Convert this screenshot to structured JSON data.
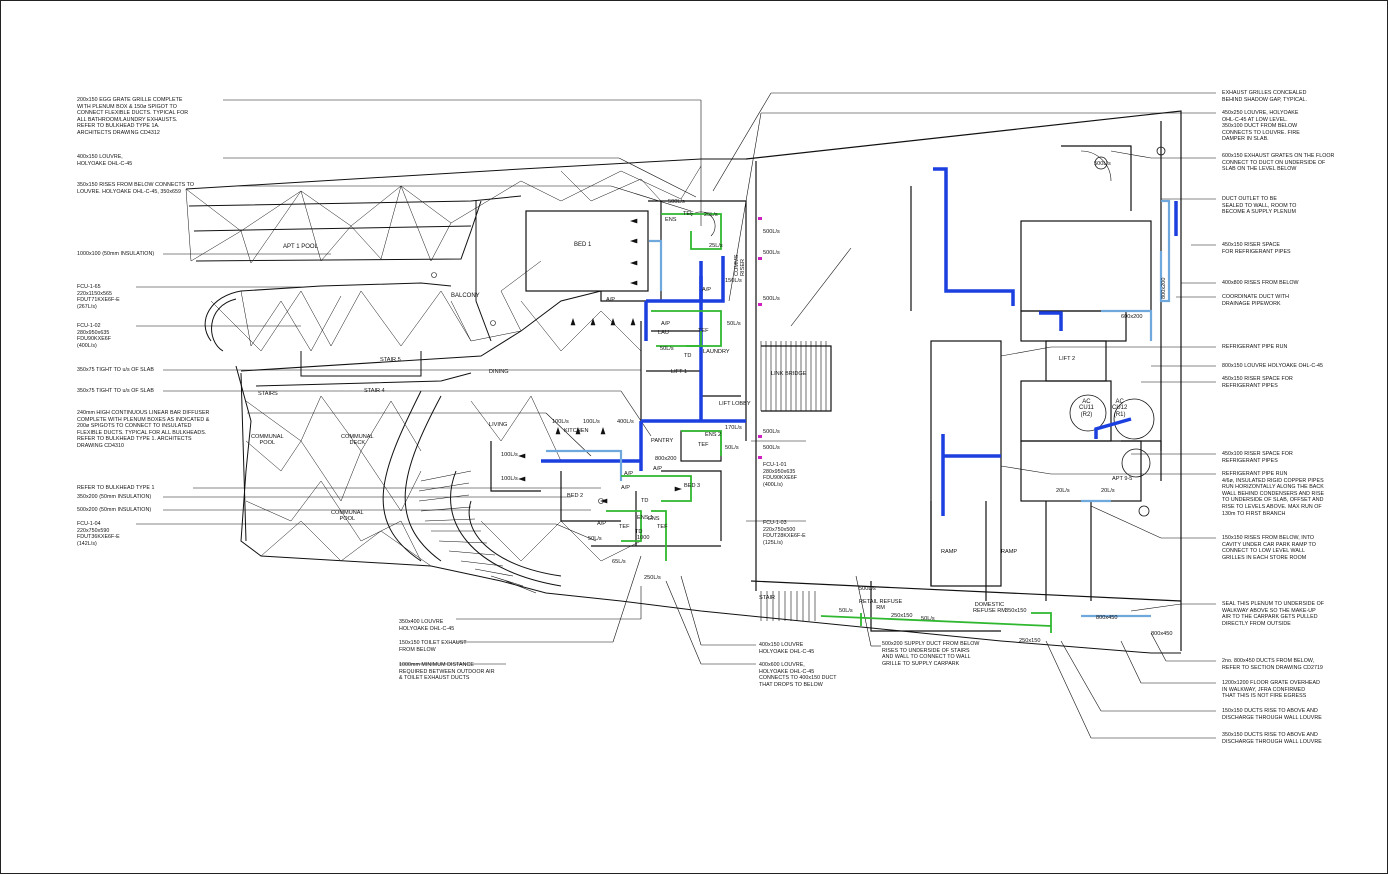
{
  "notes_left": [
    "200x150 EGG GRATE GRILLE COMPLETE\nWITH PLENUM BOX & 150ø SPIGOT TO\nCONNECT FLEXIBLE DUCTS. TYPICAL FOR\nALL BATHROOM/LAUNDRY EXHAUSTS.\nREFER TO BULKHEAD TYPE 1A.\nARCHITECTS DRAWING CD4312",
    "400x150 LOUVRE,\nHOLYOAKE OHL-C-45",
    "350x150 RISES FROM BELOW CONNECTS TO\nLOUVRE. HOLYOAKE OHL-C-45, 350x659",
    "1000x100 (50mm INSULATION)",
    "FCU-1-65\n220x1150x565\nFDUT71KXE6F-E\n(267L/s)",
    "FCU-1-02\n280x950x635\nFDU90KXE6F\n(400L/s)",
    "350x75 TIGHT TO u/s OF SLAB",
    "350x75 TIGHT TO u/s OF SLAB",
    "240mm HIGH CONTINUOUS LINEAR BAR DIFFUSER\nCOMPLETE WITH PLENUM BOXES AS INDICATED &\n200ø SPIGOTS TO CONNECT TO INSULATED\nFLEXIBLE DUCTS. TYPICAL FOR ALL BULKHEADS.\nREFER TO BULKHEAD TYPE 1. ARCHITECTS\nDRAWING CD4310",
    "REFER TO BULKHEAD TYPE 1",
    "350x200 (50mm INSULATION)",
    "500x200 (50mm INSULATION)",
    "FCU-1-04\n220x750x590\nFDUT36KXE6F-E\n(142L/s)"
  ],
  "notes_right": [
    "EXHAUST GRILLES CONCEALED\nBEHIND SHADOW GAP, TYPICAL.",
    "450x250 LOUVRE, HOLYOAKE\nOHL-C-45 AT LOW LEVEL.\n350x100 DUCT FROM BELOW\nCONNECTS TO LOUVRE. FIRE\nDAMPER IN SLAB.",
    "600x150 EXHAUST GRATES ON THE FLOOR\nCONNECT TO DUCT ON UNDERSIDE OF\nSLAB ON THE LEVEL BELOW",
    "DUCT OUTLET TO BE\nSEALED TO WALL, ROOM TO\nBECOME A SUPPLY PLENUM",
    "450x150 RISER SPACE\nFOR REFRIGERANT PIPES",
    "400x800 RISES FROM BELOW",
    "COORDINATE DUCT WITH\nDRAINAGE PIPEWORK",
    "REFRIGERANT PIPE RUN",
    "800x150 LOUVRE HOLYOAKE OHL-C-45",
    "450x150 RISER SPACE FOR\nREFRIGERANT PIPES",
    "450x100 RISER SPACE FOR\nREFRIGERANT PIPES",
    "REFRIGERANT PIPE RUN\n4/6ø, INSULATED RIGID COPPER PIPES\nRUN HORIZONTALLY ALONG THE BACK\nWALL BEHIND CONDENSERS AND RISE\nTO UNDERSIDE OF SLAB, OFFSET AND\nRISE TO LEVELS ABOVE. MAX RUN OF\n130m TO FIRST BRANCH",
    "150x150 RISES FROM BELOW, INTO\nCAVITY UNDER CAR PARK RAMP TO\nCONNECT TO LOW LEVEL WALL\nGRILLES IN EACH STORE ROOM",
    "SEAL THIS PLENUM TO UNDERSIDE OF\nWALKWAY ABOVE SO THE MAKE-UP\nAIR TO THE CARPARK GETS PULLED\nDIRECTLY FROM OUTSIDE",
    "2no. 800x450 DUCTS FROM BELOW,\nREFER TO SECTION DRAWING CD2719",
    "1200x1200 FLOOR GRATE OVERHEAD\nIN WALKWAY, JFRA CONFIRMED\nTHAT THIS IS NOT FIRE EGRESS",
    "150x150 DUCTS RISE TO ABOVE AND\nDISCHARGE THROUGH WALL LOUVRE",
    "350x150 DUCTS RISE TO ABOVE AND\nDISCHARGE THROUGH WALL LOUVRE"
  ],
  "notes_bottom": [
    "350x400 LOUVRE\nHOLYOAKE OHL-C-45",
    "150x150 TOILET EXHAUST\nFROM BELOW",
    "1000mm MINIMUM DISTANCE\nREQUIRED BETWEEN OUTDOOR AIR\n& TOILET EXHAUST DUCTS",
    "400x150 LOUVRE\nHOLYOAKE OHL-C-45",
    "400x600 LOUVRE,\nHOLYOAKE OHL-C-45\nCONNECTS TO 400x150 DUCT\nTHAT DROPS TO BELOW",
    "500x200 SUPPLY DUCT FROM BELOW\nRISES TO UNDERSIDE OF STAIRS\nAND WALL TO CONNECT TO WALL\nGRILLE TO SUPPLY CARPARK"
  ],
  "notes_mid": [
    "FCU-1-01\n280x950x635\nFDU90KXE6F\n(400L/s)",
    "FCU-1-03\n220x750x500\nFDUT28KXE6F-E\n(125L/s)"
  ],
  "rooms": {
    "apt1_pool": "APT 1 POOL",
    "balcony": "BALCONY",
    "bed1": "BED 1",
    "bed2": "BED 2",
    "bed3": "BED 3",
    "dining": "DINING",
    "living": "LIVING",
    "kitchen": "KITCHEN",
    "pantry": "PANTRY",
    "laundry": "LAUNDRY",
    "ens1": "ENS 1",
    "ens2": "ENS 2",
    "lift1": "LIFT 1",
    "lift2": "LIFT 2",
    "lift_lobby": "LIFT LOBBY",
    "link_bridge": "LINK BRIDGE",
    "stair5": "STAIR 5",
    "stair4": "STAIR 4",
    "stairs": "STAIRS",
    "communal_pool_1": "COMMUNAL\nPOOL",
    "communal_deck": "COMMUNAL\nDECK",
    "communal_pool_2": "COMMUNAL\nPOOL",
    "ramp1": "RAMP",
    "ramp2": "RAMP",
    "apt": "APT 9-5",
    "retail_refuse": "RETAIL REFUSE\nRM",
    "domestic_refuse": "DOMESTIC\nREFUSE RM",
    "stair_b": "STAIR",
    "ac_cu11": "AC\nCU11\n(R2)",
    "ac_cu12": "AC\nCU12\n(R1)",
    "comms": "COMMS\nRISER"
  },
  "flow_labels": {
    "f500a": "500L/s",
    "f25a": "25L/s",
    "f25b": "25L/s",
    "f500b": "500L/s",
    "f500c": "500L/s",
    "f500d": "500L/s",
    "f150": "150L/s",
    "f50a": "50L/s",
    "f50b": "50L/s",
    "f100a": "100L/s",
    "f100b": "100L/s",
    "f400": "400L/s",
    "f100c": "100L/s",
    "f100d": "100L/s",
    "f170": "170L/s",
    "f500e": "500L/s",
    "f50c": "50L/s",
    "f500f": "500L/s",
    "f50d": "50L/s",
    "f65": "65L/s",
    "f250a": "250L/s",
    "f500g": "500L/s",
    "f50e": "50L/s",
    "f50f": "50L/s",
    "f20a": "20L/s",
    "f20b": "20L/s",
    "f500h": "500L/s",
    "d800x200a": "800x200",
    "d600x200": "600x200",
    "d800x200b": "800x200",
    "d250x150a": "250x150",
    "d350x150": "350x150",
    "d250x150b": "250x150",
    "d800x450a": "800x450",
    "d800x450b": "800x450",
    "d1000": "1000",
    "ap1": "A/P",
    "ap2": "A/P",
    "ap3": "A/P",
    "ap4": "A/P",
    "ap5": "A/P",
    "ap6": "A/P",
    "ap7": "A/P",
    "tef1": "TEF",
    "tef2": "TEF",
    "tef3": "TEF",
    "tef4": "TEF",
    "tef5": "TEF",
    "td1": "TD",
    "td2": "TD",
    "td3": "TD",
    "ens_a": "ENS",
    "ens_b": "ENS",
    "lau": "LAU"
  },
  "colors": {
    "line": "#111111",
    "supply_duct": "#1c3fe0",
    "exhaust_duct": "#2fb82f",
    "pale_duct": "#6fa8dc",
    "magenta": "#d020c0"
  }
}
